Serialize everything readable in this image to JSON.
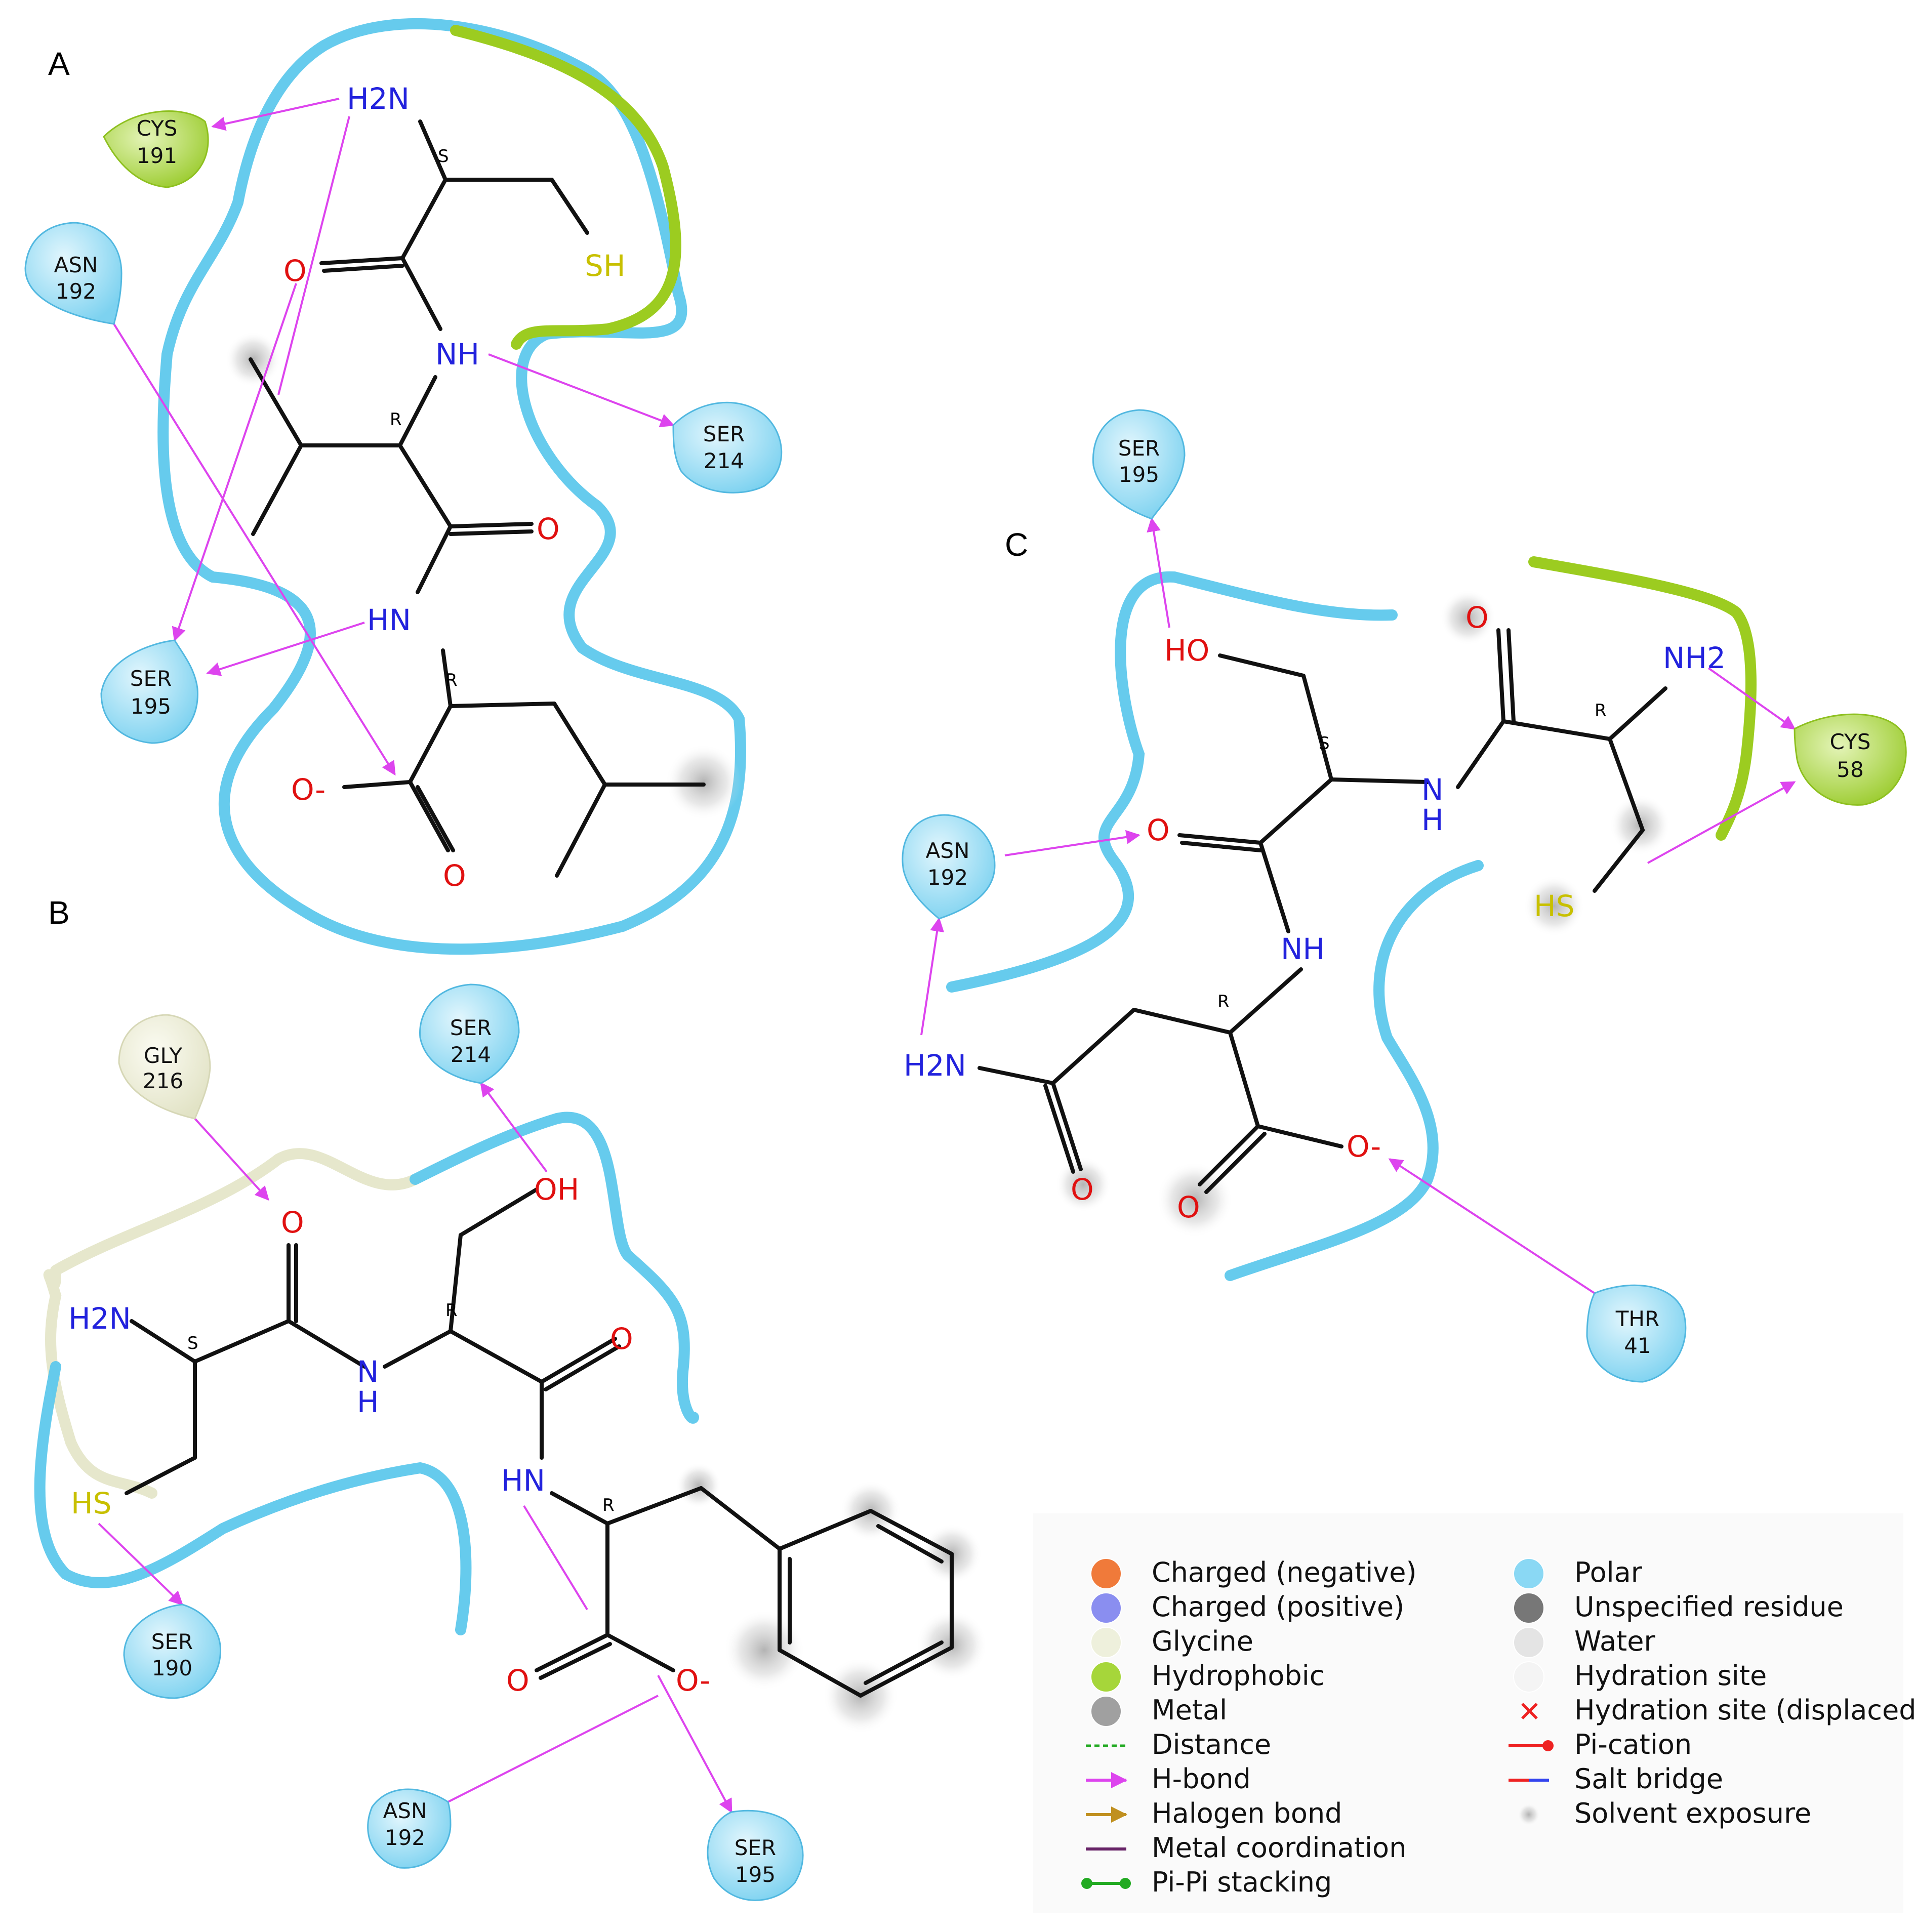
{
  "panels": {
    "a": {
      "letter": "A"
    },
    "b": {
      "letter": "B"
    },
    "c": {
      "letter": "C"
    }
  },
  "colors": {
    "polar": "#5ec8ec",
    "hydrophobic": "#9ccc20",
    "glycine": "#e6e7cc",
    "hbond": "#dd44ee",
    "nitrogen": "#2222dd",
    "oxygen": "#e01010",
    "sulfur": "#c8c000"
  },
  "panel_a": {
    "residues": [
      {
        "name": "CYS",
        "num": "191",
        "type": "hydrophobic"
      },
      {
        "name": "ASN",
        "num": "192",
        "type": "polar"
      },
      {
        "name": "SER",
        "num": "214",
        "type": "polar"
      },
      {
        "name": "SER",
        "num": "195",
        "type": "polar"
      }
    ],
    "atoms": [
      "H2N",
      "SH",
      "O",
      "NH",
      "O",
      "HN",
      "O-",
      "O"
    ],
    "stereo": [
      "S",
      "R",
      "R"
    ]
  },
  "panel_b": {
    "residues": [
      {
        "name": "GLY",
        "num": "216",
        "type": "glycine"
      },
      {
        "name": "SER",
        "num": "214",
        "type": "polar"
      },
      {
        "name": "SER",
        "num": "190",
        "type": "polar"
      },
      {
        "name": "ASN",
        "num": "192",
        "type": "polar"
      },
      {
        "name": "SER",
        "num": "195",
        "type": "polar"
      }
    ],
    "atoms": [
      "O",
      "OH",
      "H2N",
      "N",
      "H",
      "O",
      "HS",
      "HN",
      "O",
      "O-"
    ],
    "stereo": [
      "S",
      "R",
      "R"
    ]
  },
  "panel_c": {
    "residues": [
      {
        "name": "SER",
        "num": "195",
        "type": "polar"
      },
      {
        "name": "CYS",
        "num": "58",
        "type": "hydrophobic"
      },
      {
        "name": "ASN",
        "num": "192",
        "type": "polar"
      },
      {
        "name": "THR",
        "num": "41",
        "type": "polar"
      }
    ],
    "atoms": [
      "HO",
      "O",
      "NH2",
      "N",
      "H",
      "O",
      "HS",
      "NH",
      "H2N",
      "O",
      "O",
      "O-"
    ],
    "stereo": [
      "S",
      "R",
      "R"
    ]
  },
  "legend": {
    "left": [
      {
        "label": "Charged (negative)",
        "swatch": "#f07a3a"
      },
      {
        "label": "Charged (positive)",
        "swatch": "#8a8ef0"
      },
      {
        "label": "Glycine",
        "swatch": "#eef0dc"
      },
      {
        "label": "Hydrophobic",
        "swatch": "#a6d63a"
      },
      {
        "label": "Metal",
        "swatch": "#a0a0a0"
      },
      {
        "label": "Distance",
        "swatch": "#22aa22"
      },
      {
        "label": "H-bond",
        "swatch": "#dd44ee"
      },
      {
        "label": "Halogen bond",
        "swatch": "#c09020"
      },
      {
        "label": "Metal coordination",
        "swatch": "#662266"
      },
      {
        "label": "Pi-Pi stacking",
        "swatch": "#22aa22"
      }
    ],
    "right": [
      {
        "label": "Polar",
        "swatch": "#8ad8f4"
      },
      {
        "label": "Unspecified residue",
        "swatch": "#777777"
      },
      {
        "label": "Water",
        "swatch": "#e4e4e4"
      },
      {
        "label": "Hydration site",
        "swatch": "#f4f4f4"
      },
      {
        "label": "Hydration site (displaced)",
        "swatch": "#ee2222"
      },
      {
        "label": "Pi-cation",
        "swatch": "#ee2222"
      },
      {
        "label": "Salt bridge",
        "swatch": "#ee2222"
      },
      {
        "label": "Solvent exposure",
        "swatch": "#cccccc"
      }
    ]
  }
}
